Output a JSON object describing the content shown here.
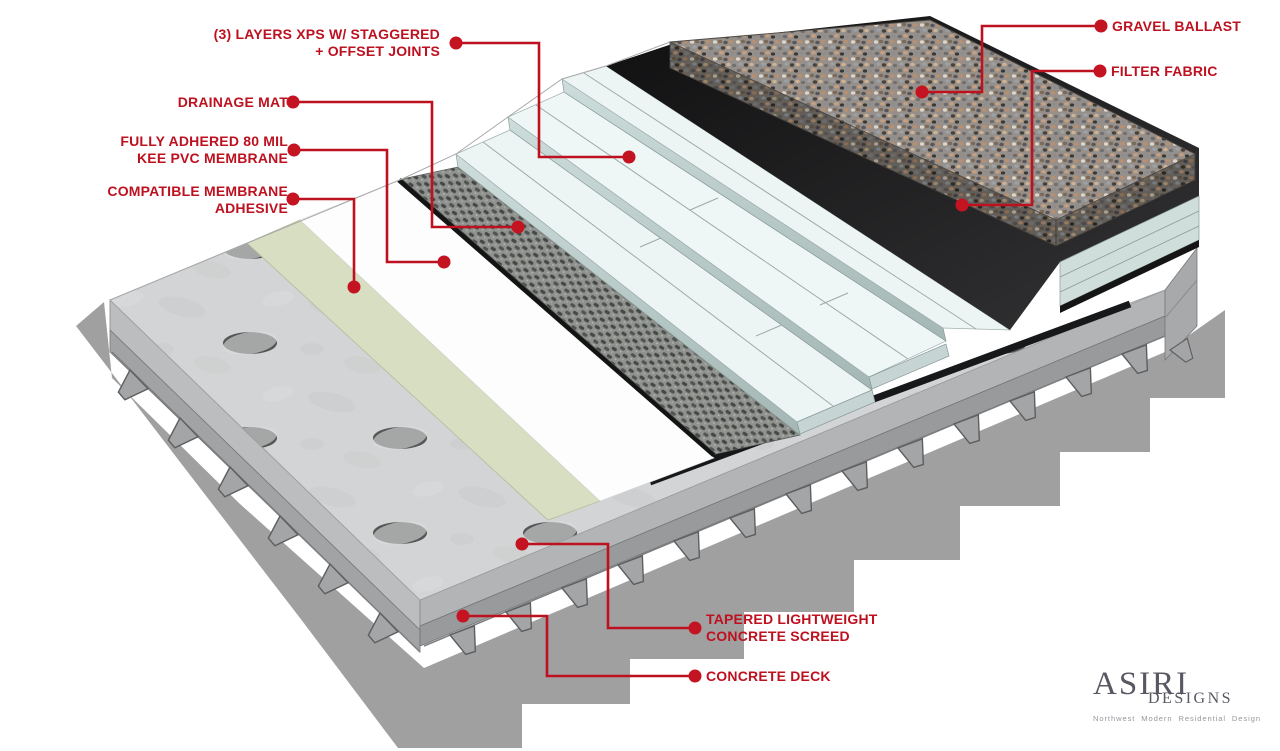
{
  "diagram": {
    "type": "roof-assembly-cutaway",
    "labels": {
      "xps": {
        "line1": "(3) LAYERS XPS W/ STAGGERED",
        "line2": "+ OFFSET JOINTS"
      },
      "drainage_mat": {
        "line1": "DRAINAGE MAT"
      },
      "membrane": {
        "line1": "FULLY ADHERED 80 MIL",
        "line2": "KEE PVC MEMBRANE"
      },
      "adhesive": {
        "line1": "COMPATIBLE MEMBRANE",
        "line2": "ADHESIVE"
      },
      "gravel": {
        "line1": "GRAVEL BALLAST"
      },
      "filter_fabric": {
        "line1": "FILTER FABRIC"
      },
      "screed": {
        "line1": "TAPERED LIGHTWEIGHT",
        "line2": "CONCRETE SCREED"
      },
      "deck": {
        "line1": "CONCRETE DECK"
      }
    },
    "layer_stack_top_to_bottom": [
      "GRAVEL BALLAST",
      "FILTER FABRIC",
      "(3) LAYERS XPS W/ STAGGERED + OFFSET JOINTS",
      "DRAINAGE MAT",
      "FULLY ADHERED 80 MIL KEE PVC MEMBRANE",
      "COMPATIBLE MEMBRANE ADHESIVE",
      "TAPERED LIGHTWEIGHT CONCRETE SCREED",
      "CONCRETE DECK"
    ],
    "colors": {
      "label_red": "#BE1120",
      "leader_dot_red": "#C41421",
      "xps_top": "#EDF5F4",
      "xps_face": "#B5C7C5",
      "adhesive_green": "#D8DEC2",
      "membrane_white": "#FDFDFD",
      "fabric_black": "#1B1B1C",
      "screed_gray": "#D2D4D5",
      "deck_gray": "#9FA0A2",
      "shadow_gray": "#A0A0A0",
      "gravel_base": "#97908A"
    }
  },
  "logo": {
    "brand": "ASIRI",
    "brand_suffix": "DESIGNS",
    "tagline": "Northwest Modern Residential Design"
  }
}
